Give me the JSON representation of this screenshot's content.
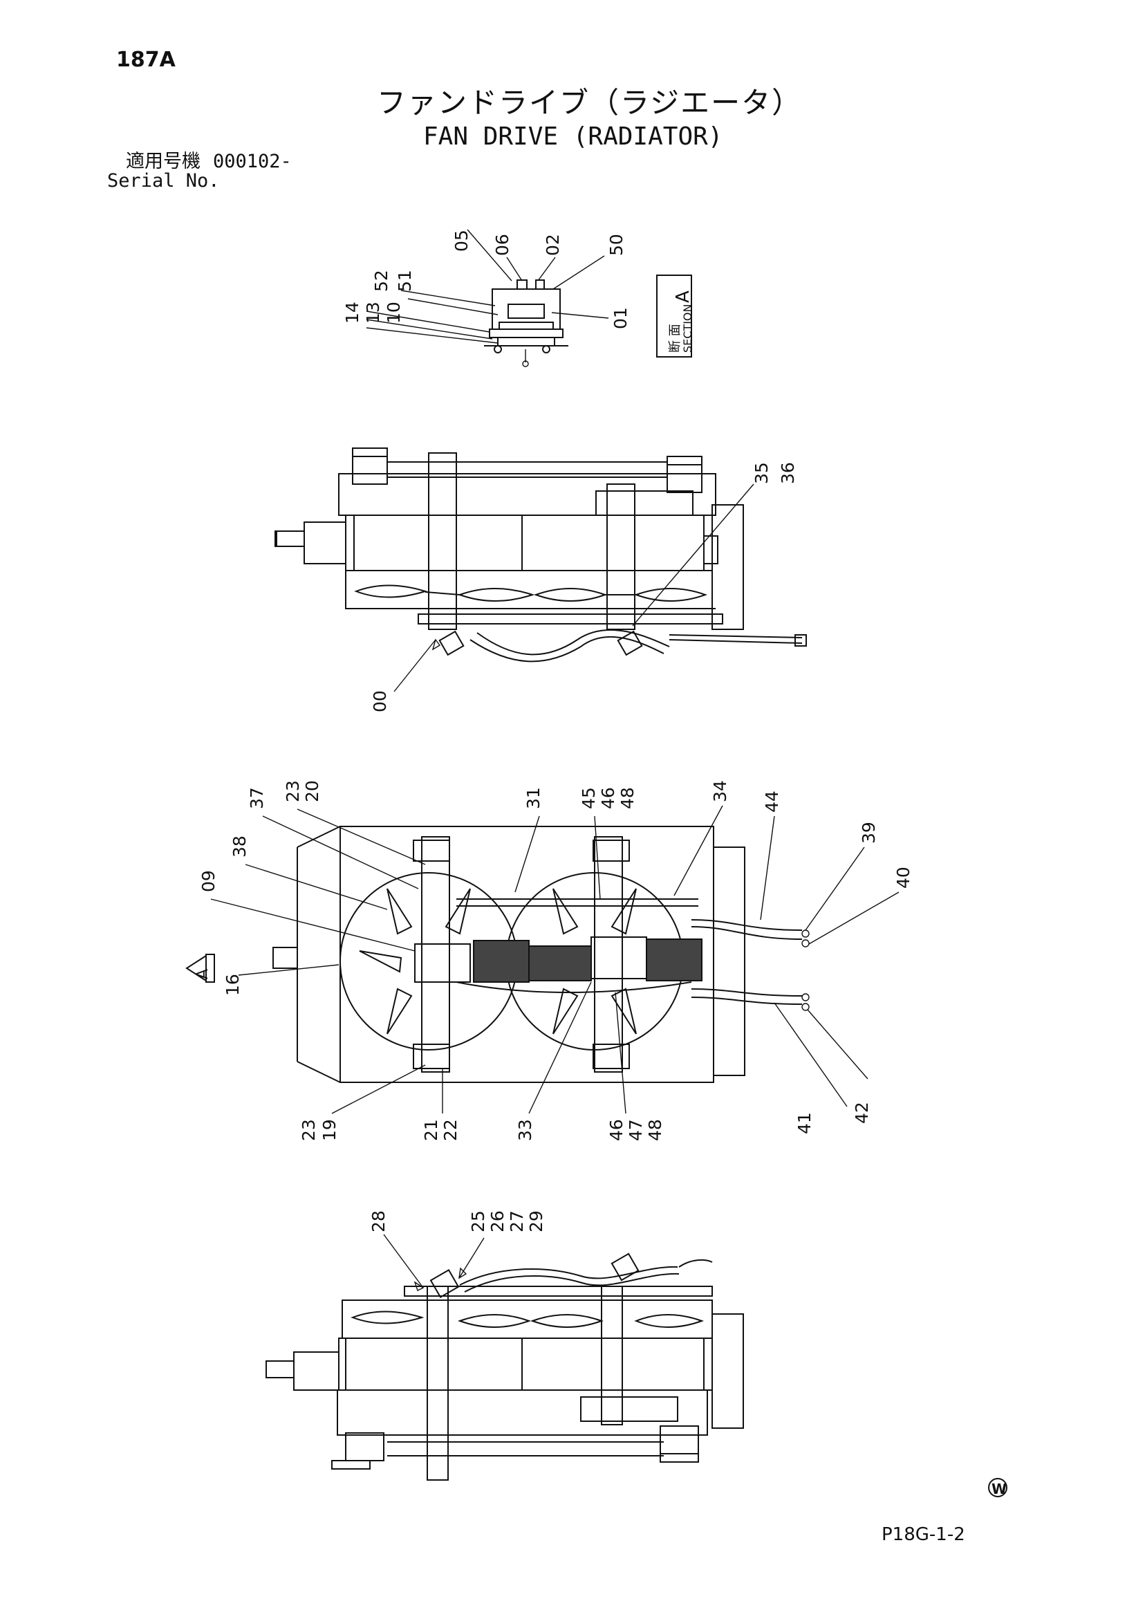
{
  "header": {
    "page_number": "187A",
    "title_jp": "ファンドライブ（ラジエータ）",
    "title_en": "FAN DRIVE (RADIATOR)",
    "serial_label_jp": "適用号機",
    "serial_value": "000102-",
    "serial_label_en": "Serial No."
  },
  "section_tag": {
    "jp": "断 面",
    "en": "SECTION",
    "letter": "A"
  },
  "view_marker": "A",
  "part_labels": {
    "section": [
      "05",
      "06",
      "02",
      "50",
      "52",
      "51",
      "14",
      "13",
      "10",
      "01"
    ],
    "side_top": [
      "35",
      "36",
      "00"
    ],
    "plan": [
      "23",
      "20",
      "37",
      "38",
      "09",
      "16",
      "31",
      "45",
      "46",
      "48",
      "34",
      "44",
      "39",
      "40",
      "23",
      "19",
      "21",
      "22",
      "33",
      "46",
      "47",
      "48",
      "41",
      "42"
    ],
    "side_bottom": [
      "28",
      "25",
      "26",
      "27",
      "29"
    ]
  },
  "footer": {
    "mark": "W",
    "drawing_code": "P18G-1-2"
  }
}
